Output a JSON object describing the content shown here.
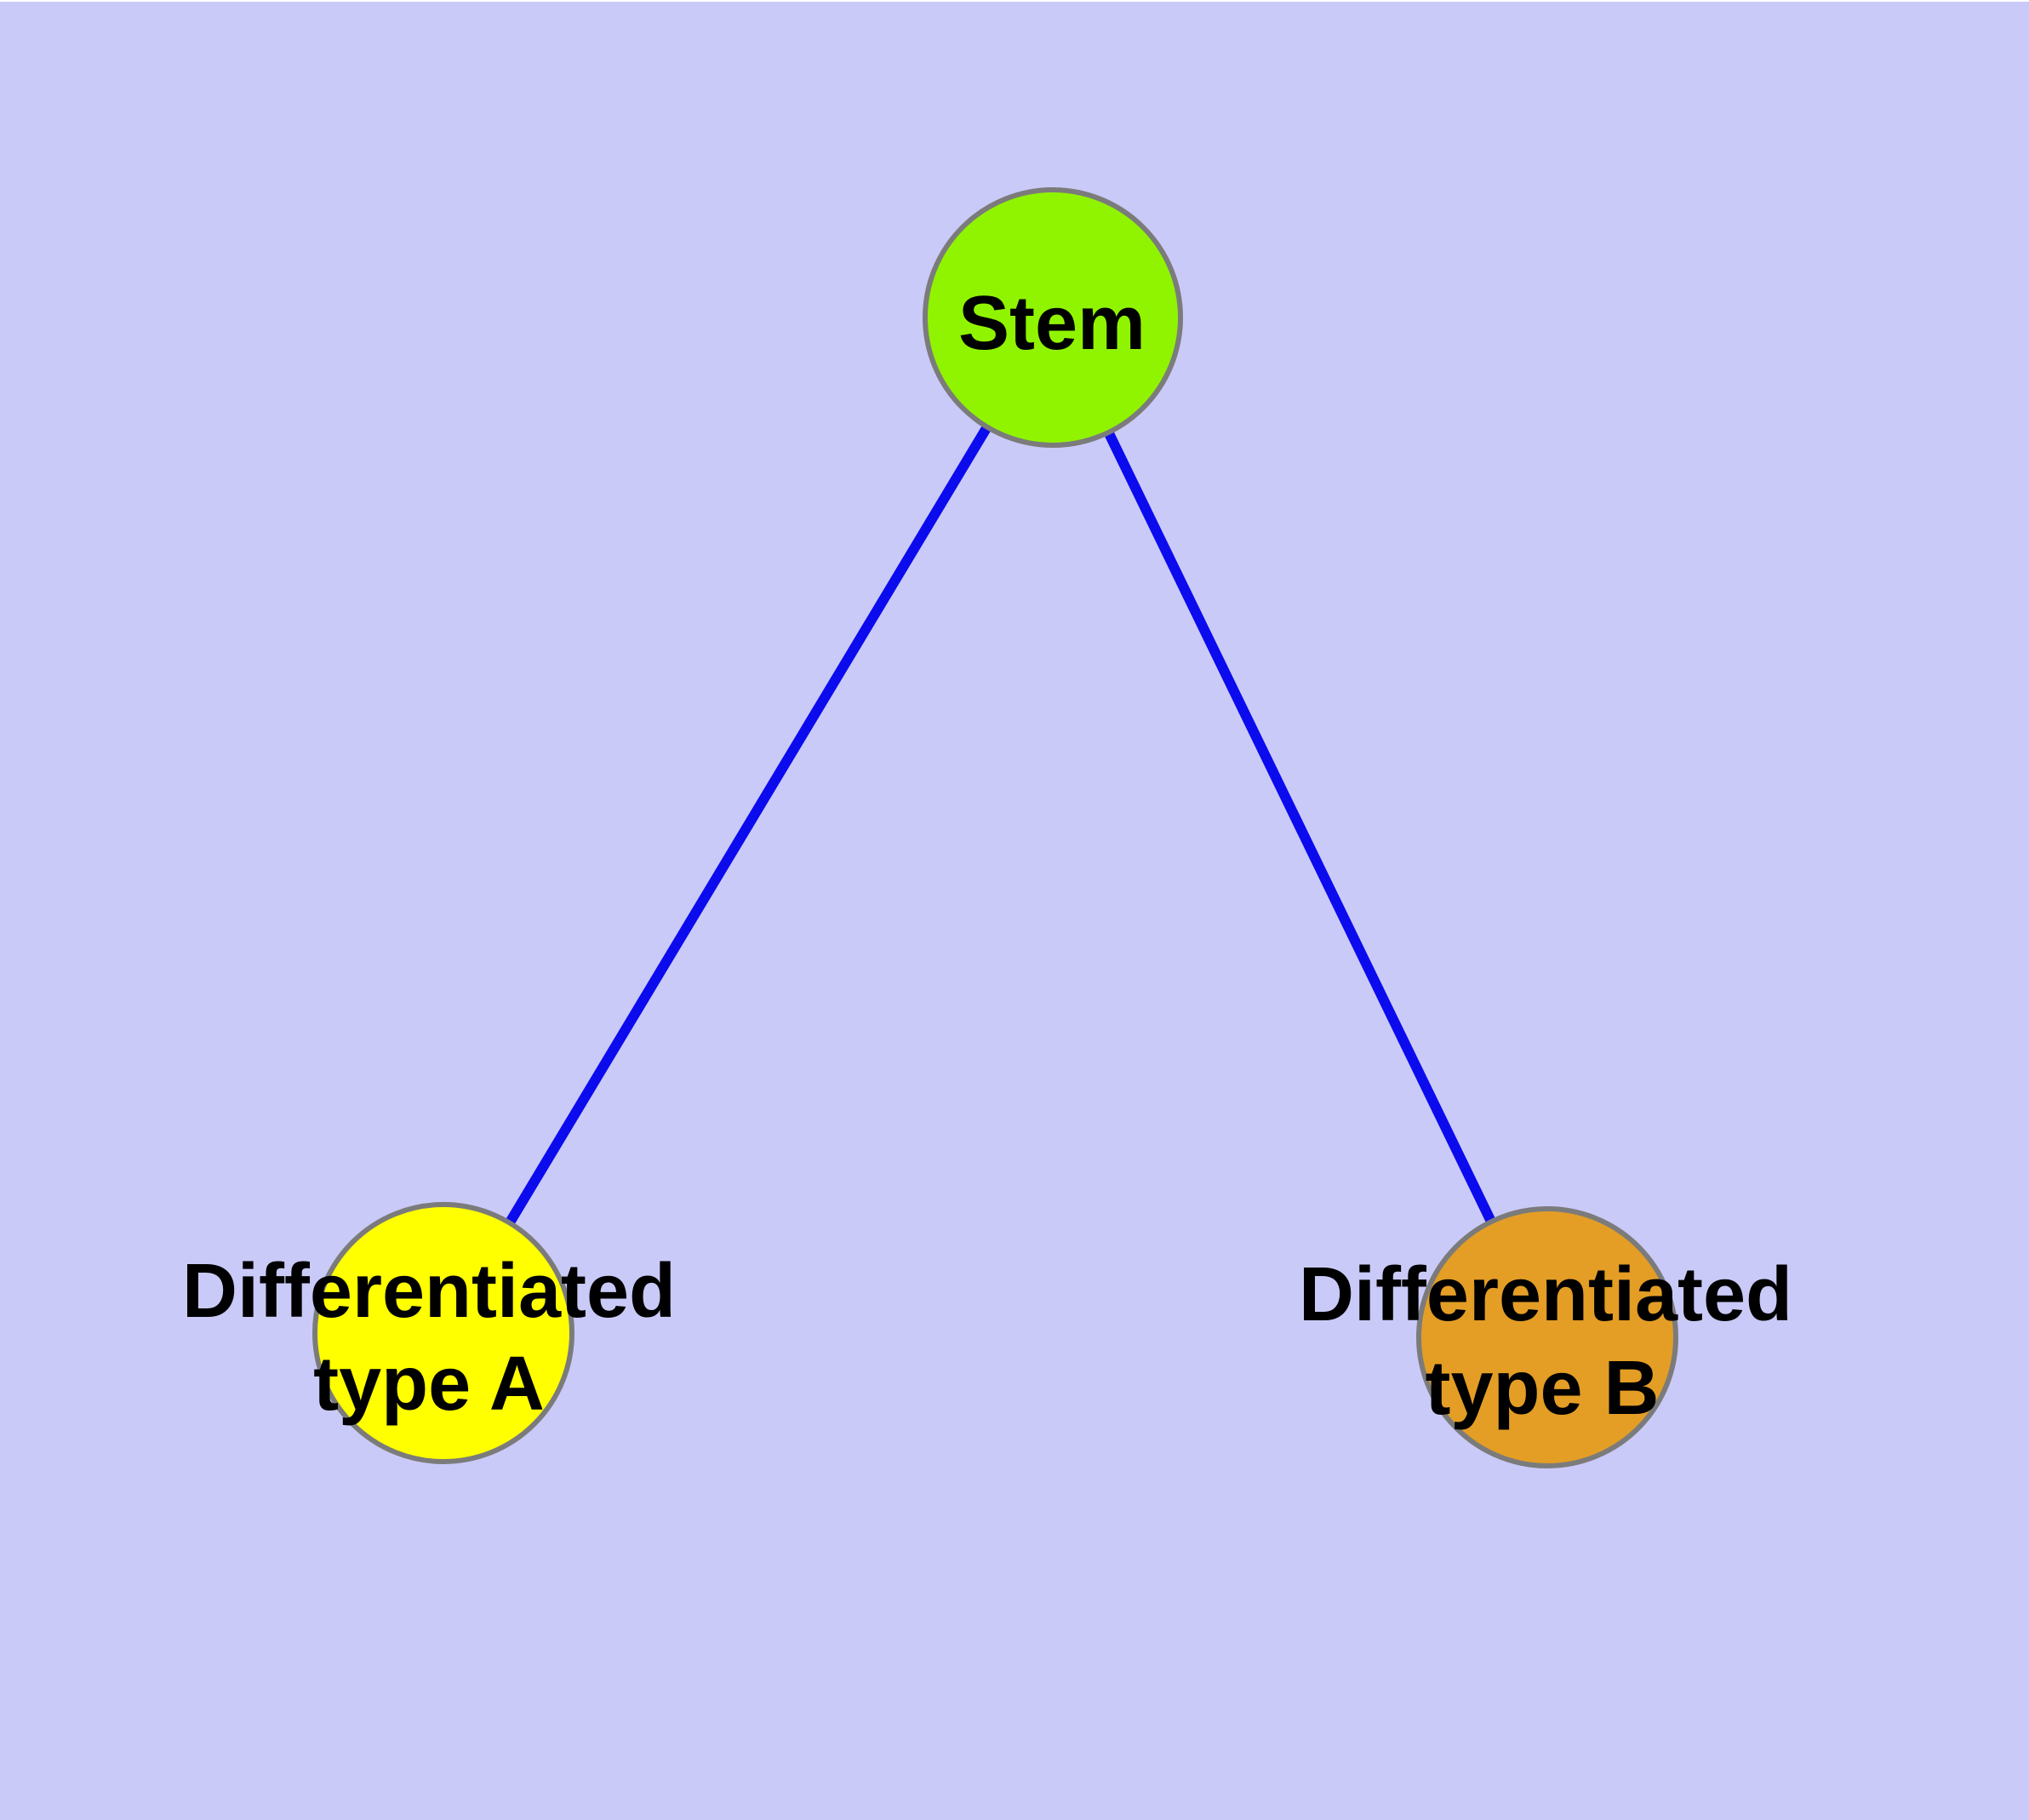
{
  "diagram": {
    "type": "node-edge-graph",
    "background_color": "#CACAF8",
    "edge_color": "#0B0BEE",
    "node_border_color": "#7B7B7B",
    "text_color": "#000000",
    "nodes": {
      "stem": {
        "label": "Stem",
        "fill": "#90F400"
      },
      "type_a": {
        "label_lines": [
          "Differentiated",
          "type A"
        ],
        "fill": "#FFFF00"
      },
      "type_b": {
        "label_lines": [
          "Differentiated",
          "type B"
        ],
        "fill": "#E49E25"
      }
    },
    "edges": [
      {
        "from": "stem",
        "to": "type_a"
      },
      {
        "from": "stem",
        "to": "type_b"
      }
    ]
  }
}
